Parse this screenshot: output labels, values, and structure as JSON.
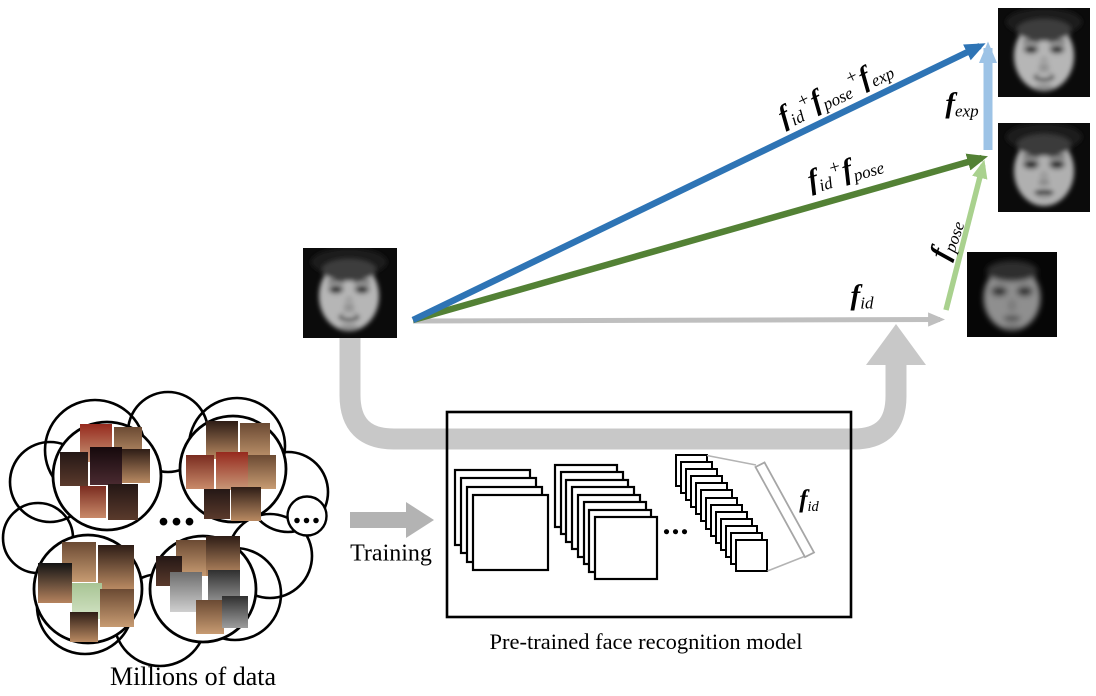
{
  "diagram": {
    "captions": {
      "cloud": "Millions of data",
      "training_arrow": "Training",
      "model_box": "Pre-trained face recognition model"
    },
    "decor": {
      "ellipsis_cloud": "...",
      "ellipsis_bubble": "...",
      "ellipsis_model": "..."
    },
    "math_labels": {
      "sum_all": [
        {
          "base": "f",
          "sub": "id"
        },
        {
          "op": "+"
        },
        {
          "base": "f",
          "sub": "pose"
        },
        {
          "op": "+"
        },
        {
          "base": "f",
          "sub": "exp"
        }
      ],
      "sum_pose": [
        {
          "base": "f",
          "sub": "id"
        },
        {
          "op": "+"
        },
        {
          "base": "f",
          "sub": "pose"
        }
      ],
      "f_id": [
        {
          "base": "f",
          "sub": "id"
        }
      ],
      "f_pose": [
        {
          "base": "f",
          "sub": "pose"
        }
      ],
      "f_exp": [
        {
          "base": "f",
          "sub": "exp"
        }
      ],
      "f_id_model": [
        {
          "base": "f",
          "sub": "id"
        }
      ]
    },
    "colors": {
      "arrow_sum_all": "#2E74B5",
      "arrow_sum_pose": "#538135",
      "arrow_exp": "#9DC3E6",
      "arrow_pose": "#A9D18E",
      "arrow_id": "#BFBFBF",
      "flow_band": "#C8C8C8",
      "training_arrow": "#B3B3B3"
    }
  }
}
